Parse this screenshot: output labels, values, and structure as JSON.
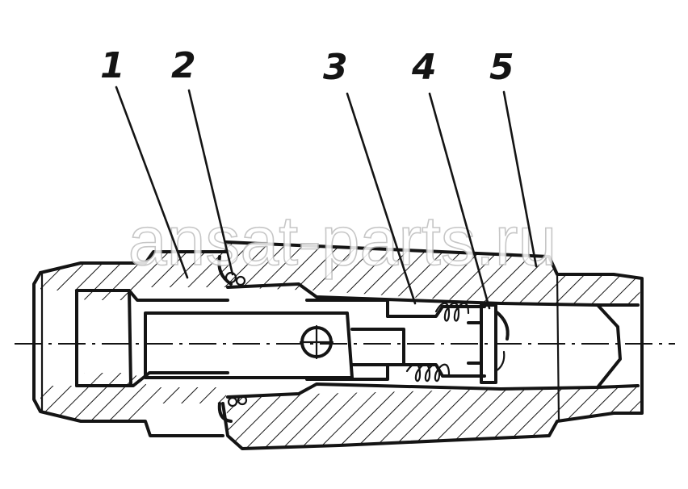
{
  "diagram": {
    "callouts": [
      {
        "number": "1"
      },
      {
        "number": "2"
      },
      {
        "number": "3"
      },
      {
        "number": "4"
      },
      {
        "number": "5"
      }
    ],
    "watermark": "ansat-parts.ru",
    "ink_color": "#141414",
    "background_color": "#ffffff"
  }
}
